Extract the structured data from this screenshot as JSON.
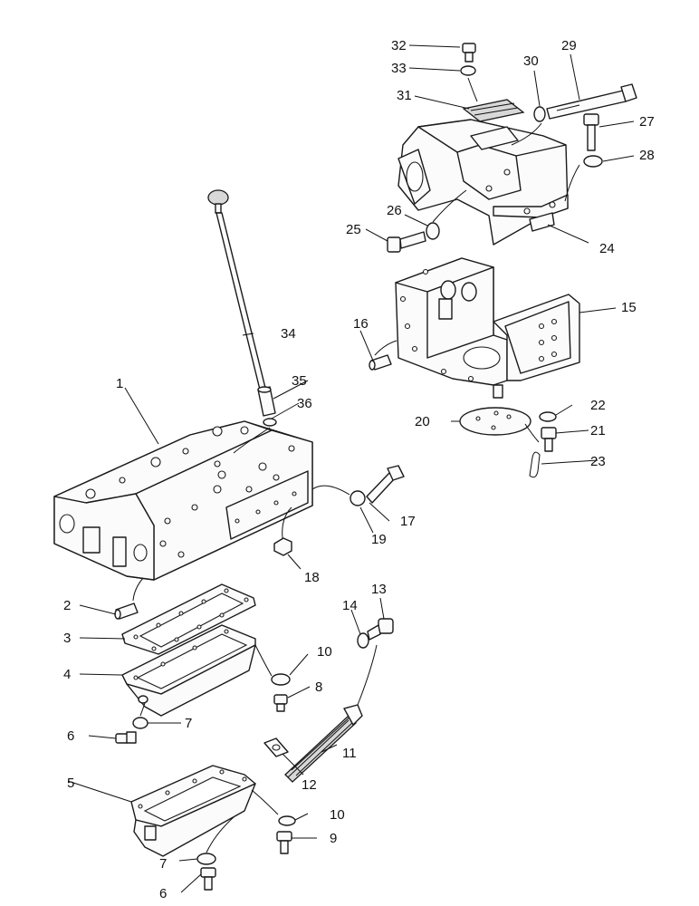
{
  "diagram": {
    "type": "exploded parts diagram",
    "callouts": {
      "c1": "1",
      "c2": "2",
      "c3": "3",
      "c4": "4",
      "c5": "5",
      "c6a": "6",
      "c6b": "6",
      "c7a": "7",
      "c7b": "7",
      "c8": "8",
      "c9": "9",
      "c10a": "10",
      "c10b": "10",
      "c11": "11",
      "c12": "12",
      "c13": "13",
      "c14": "14",
      "c15": "15",
      "c16": "16",
      "c17": "17",
      "c18": "18",
      "c19": "19",
      "c20": "20",
      "c21": "21",
      "c22": "22",
      "c23": "23",
      "c24": "24",
      "c25": "25",
      "c26": "26",
      "c27": "27",
      "c28": "28",
      "c29": "29",
      "c30": "30",
      "c31": "31",
      "c32": "32",
      "c33": "33",
      "c34": "34",
      "c35": "35",
      "c36": "36"
    }
  }
}
